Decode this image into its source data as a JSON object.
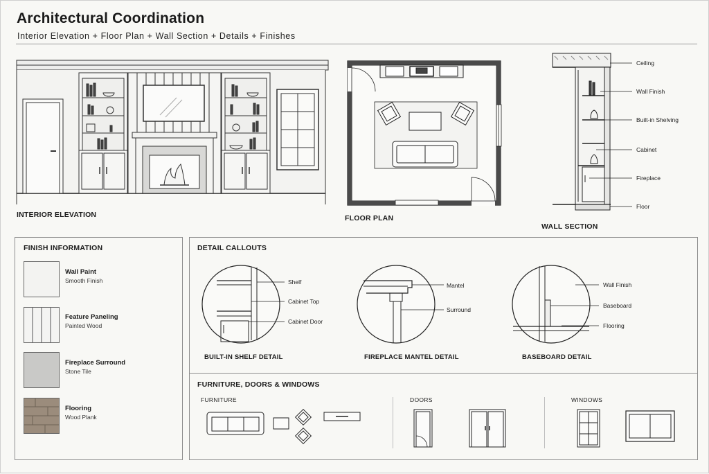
{
  "header": {
    "title": "Architectural Coordination",
    "subtitle": "Interior Elevation  +  Floor Plan  +  Wall Section  +  Details  +  Finishes"
  },
  "drawings": {
    "elevation_label": "INTERIOR ELEVATION",
    "floorplan_label": "FLOOR PLAN",
    "section_label": "WALL SECTION",
    "section_callouts": [
      "Ceiling",
      "Wall Finish",
      "Built-in Shelving",
      "Cabinet",
      "Fireplace",
      "Floor"
    ]
  },
  "finishes": {
    "title": "FINISH INFORMATION",
    "items": [
      {
        "name": "Wall Paint",
        "desc": "Smooth Finish",
        "color": "#f3f3f1"
      },
      {
        "name": "Feature Paneling",
        "desc": "Painted Wood",
        "color": "#f4f4f2"
      },
      {
        "name": "Fireplace Surround",
        "desc": "Stone Tile",
        "color": "#c9c9c7"
      },
      {
        "name": "Flooring",
        "desc": "Wood Plank",
        "color": "#9b8c7c"
      }
    ]
  },
  "details": {
    "title": "DETAIL CALLOUTS",
    "shelf": {
      "label": "BUILT-IN SHELF DETAIL",
      "callouts": [
        "Shelf",
        "Cabinet Top",
        "Cabinet Door"
      ]
    },
    "mantel": {
      "label": "FIREPLACE MANTEL DETAIL",
      "callouts": [
        "Mantel",
        "Surround"
      ]
    },
    "baseboard": {
      "label": "BASEBOARD DETAIL",
      "callouts": [
        "Wall Finish",
        "Baseboard",
        "Flooring"
      ]
    }
  },
  "symbols": {
    "title": "FURNITURE, DOORS & WINDOWS",
    "furniture": "FURNITURE",
    "doors": "DOORS",
    "windows": "WINDOWS"
  }
}
